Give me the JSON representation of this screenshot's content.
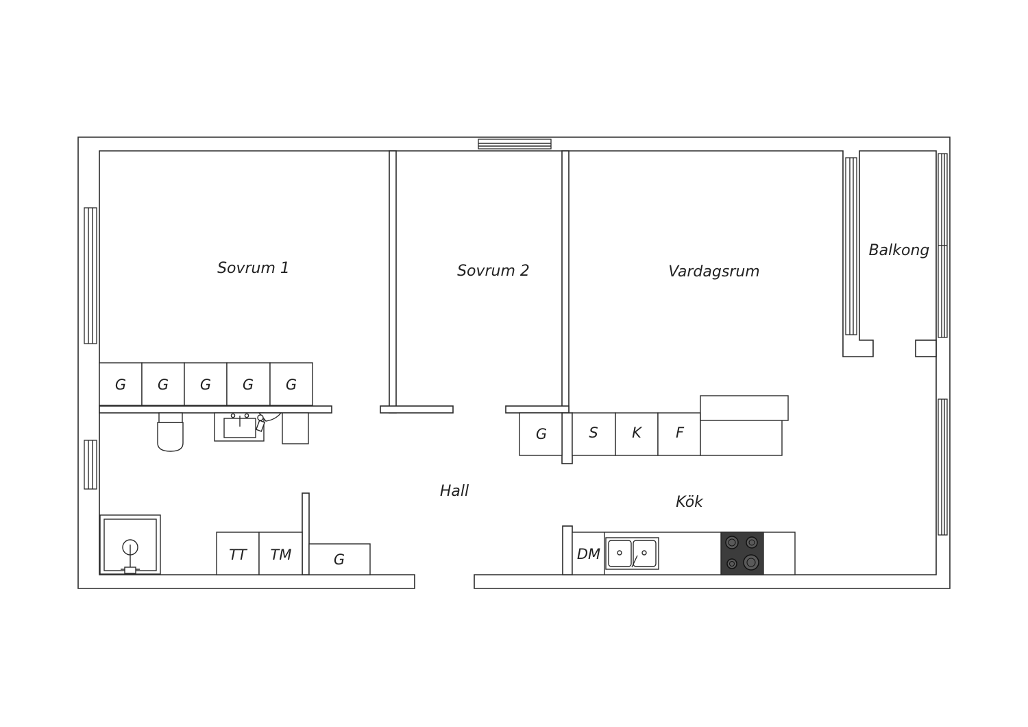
{
  "colors": {
    "wall": "#2a2a2a",
    "background": "#ffffff",
    "stove": "#3c3c3c"
  },
  "rooms": {
    "sovrum1": "Sovrum 1",
    "sovrum2": "Sovrum 2",
    "vardagsrum": "Vardagsrum",
    "balkong": "Balkong",
    "hall": "Hall",
    "kok": "Kök"
  },
  "units": {
    "wardrobe": "G",
    "freezer": "S",
    "fridge": "K",
    "f": "F",
    "tt": "TT",
    "tm": "TM",
    "dm": "DM"
  },
  "icons": [
    "toilet-icon",
    "washbasin-icon",
    "shower-icon",
    "double-sink-icon",
    "stove-icon",
    "window-icon"
  ]
}
